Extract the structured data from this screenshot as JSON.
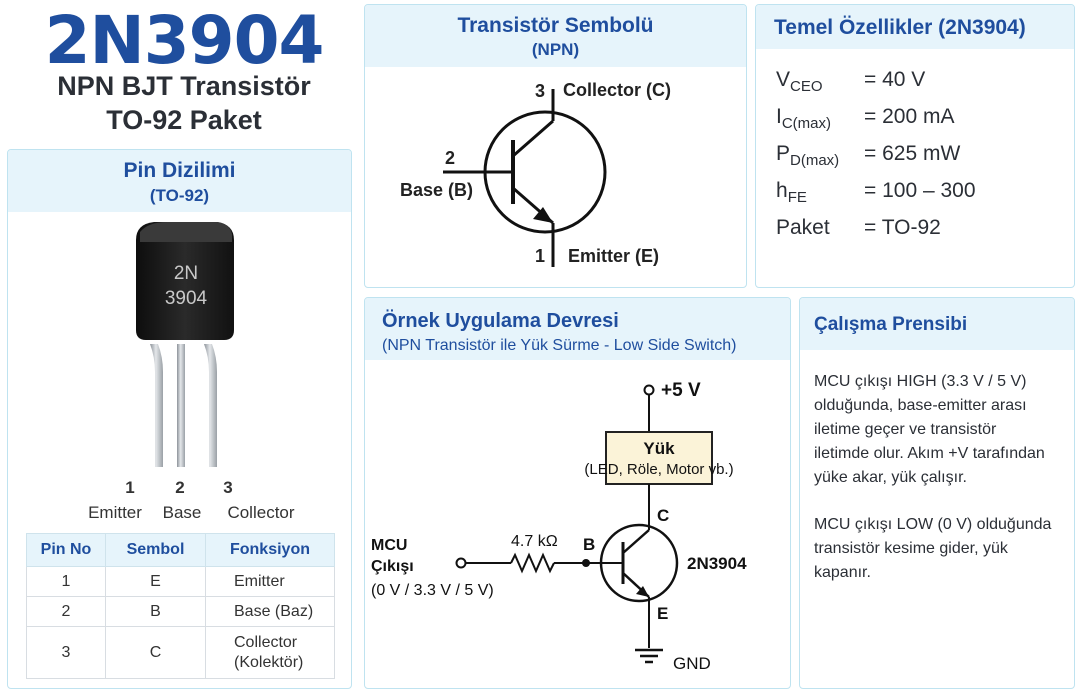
{
  "header": {
    "part_number": "2N3904",
    "line1": "NPN BJT Transistör",
    "line2": "TO-92 Paket"
  },
  "pinout_panel": {
    "title": "Pin Dizilimi",
    "subtitle": "(TO-92)",
    "package_marking_line1": "2N",
    "package_marking_line2": "3904",
    "legs": [
      {
        "num": "1",
        "name": "Emitter"
      },
      {
        "num": "2",
        "name": "Base"
      },
      {
        "num": "3",
        "name": "Collector"
      }
    ],
    "table": {
      "headers": [
        "Pin No",
        "Sembol",
        "Fonksiyon"
      ],
      "rows": [
        {
          "pin": "1",
          "symbol": "E",
          "function": "Emitter"
        },
        {
          "pin": "2",
          "symbol": "B",
          "function": "Base (Baz)"
        },
        {
          "pin": "3",
          "symbol": "C",
          "function_line1": "Collector",
          "function_line2": "(Kolektör)"
        }
      ]
    }
  },
  "symbol_panel": {
    "title": "Transistör Sembolü",
    "subtitle": "(NPN)",
    "collector_num": "3",
    "collector_label": "Collector (C)",
    "base_num": "2",
    "base_label": "Base (B)",
    "emitter_num": "1",
    "emitter_label": "Emitter (E)"
  },
  "specs_panel": {
    "title": "Temel Özellikler (2N3904)",
    "rows": [
      {
        "sym": "V",
        "sub": "CEO",
        "value": "= 40 V"
      },
      {
        "sym": "I",
        "sub": "C(max)",
        "value": "= 200 mA"
      },
      {
        "sym": "P",
        "sub": "D(max)",
        "value": "= 625 mW"
      },
      {
        "sym": "h",
        "sub": "FE",
        "value": "= 100 – 300"
      },
      {
        "sym": "Paket",
        "sub": "",
        "value": "= TO-92"
      }
    ]
  },
  "circuit_panel": {
    "title": "Örnek Uygulama Devresi",
    "subtitle": "(NPN Transistör ile Yük Sürme - Low Side Switch)",
    "supply": "+5 V",
    "load_title": "Yük",
    "load_desc": "(LED, Röle, Motor vb.)",
    "input_line1": "MCU",
    "input_line2": "Çıkışı",
    "input_levels": "(0 V / 3.3 V / 5 V)",
    "resistor": "4.7 kΩ",
    "base_label": "B",
    "collector_label": "C",
    "emitter_label": "E",
    "transistor_name": "2N3904",
    "ground": "GND"
  },
  "principle_panel": {
    "title": "Çalışma Prensibi",
    "paragraph1": [
      "MCU çıkışı HIGH (3.3 V / 5 V)",
      "olduğunda, base-emitter arası",
      "iletime geçer ve transistör",
      "iletimde olur. Akım +V tarafından",
      "yüke akar, yük çalışır."
    ],
    "paragraph2": [
      "MCU çıkışı LOW (0 V) olduğunda",
      "transistör kesime gider, yük",
      "kapanır."
    ]
  },
  "colors": {
    "accent_blue": "#1f4e9e",
    "panel_header_bg": "#e6f4fb",
    "panel_border": "#bfe3f0",
    "transistor_body": "#1c1c1c",
    "leg_metal": "#b9bec4"
  }
}
